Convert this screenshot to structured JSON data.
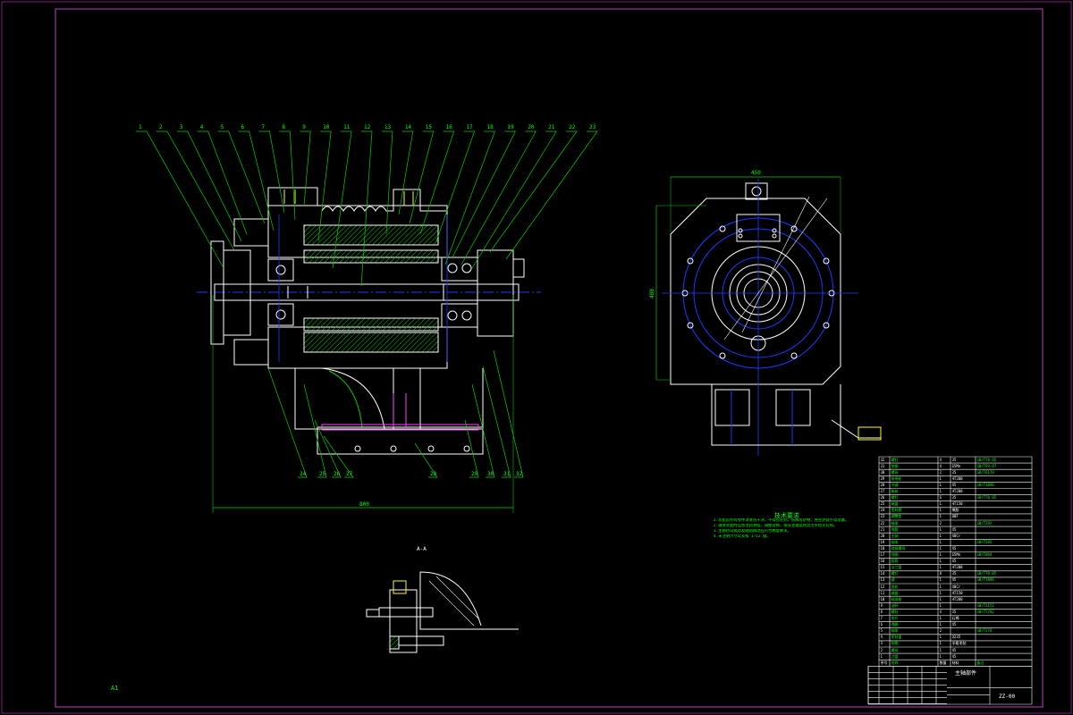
{
  "drawing": {
    "colors": {
      "border": "#c040c0",
      "outline": "#ffffff",
      "centerline": "#1a3cff",
      "hatch": "#00d000",
      "leader": "#00d000",
      "dimension": "#00d000",
      "magenta": "#ff40ff",
      "yellow": "#ffff00"
    },
    "balloons": [
      "1",
      "2",
      "3",
      "4",
      "5",
      "6",
      "7",
      "8",
      "9",
      "10",
      "11",
      "12",
      "13",
      "14",
      "15",
      "16",
      "17",
      "18",
      "19",
      "20",
      "21",
      "22",
      "23"
    ],
    "bottom_balloons": [
      "24",
      "25",
      "26",
      "27",
      "28",
      "29",
      "30",
      "31",
      "32"
    ],
    "dimensions": {
      "overall_length": "800",
      "end_view_width": "450",
      "end_view_height": "480"
    },
    "section_label": "A-A",
    "corner_mark": "A1",
    "notes": {
      "title": "技术要求",
      "lines": [
        "1.装配前所有零件须清洗干净，不得有毛刺、铁屑等杂物，各密封处不得渗漏。",
        "2.轴承装配时应加注润滑脂，调整游隙，保证主轴运转灵活平稳无异响。",
        "3.主轴径向跳动及端面跳动应符合精度要求。",
        "4.未注明尺寸公差按 IT12 级。"
      ]
    },
    "bom_rows": [
      [
        "32",
        "螺钉",
        "4",
        "35",
        "GB/T70-85"
      ],
      [
        "31",
        "垫圈",
        "4",
        "65Mn",
        "GB/T93-87"
      ],
      [
        "30",
        "螺母",
        "2",
        "35",
        "GB/T6170"
      ],
      [
        "29",
        "皮带轮",
        "1",
        "HT200",
        ""
      ],
      [
        "28",
        "平键",
        "1",
        "45",
        "GB/T1096"
      ],
      [
        "27",
        "箱体",
        "1",
        "HT200",
        ""
      ],
      [
        "26",
        "螺钉",
        "6",
        "35",
        "GB/T70-85"
      ],
      [
        "25",
        "端盖",
        "1",
        "HT150",
        ""
      ],
      [
        "24",
        "密封圈",
        "1",
        "橡胶",
        ""
      ],
      [
        "23",
        "调整垫",
        "1",
        "08F",
        ""
      ],
      [
        "22",
        "轴承",
        "2",
        "",
        "GB/T292"
      ],
      [
        "21",
        "隔套",
        "1",
        "45",
        ""
      ],
      [
        "20",
        "主轴",
        "1",
        "40Cr",
        ""
      ],
      [
        "19",
        "轴承",
        "1",
        "",
        "GB/T285"
      ],
      [
        "18",
        "锁紧螺母",
        "1",
        "45",
        ""
      ],
      [
        "17",
        "挡圈",
        "1",
        "65Mn",
        "GB/T894"
      ],
      [
        "16",
        "套筒",
        "1",
        "45",
        ""
      ],
      [
        "15",
        "法兰盘",
        "1",
        "HT200",
        ""
      ],
      [
        "14",
        "螺钉",
        "8",
        "35",
        "GB/T70-85"
      ],
      [
        "13",
        "键",
        "1",
        "45",
        "GB/T1096"
      ],
      [
        "12",
        "齿轮",
        "1",
        "40Cr",
        ""
      ],
      [
        "11",
        "端盖",
        "1",
        "HT150",
        ""
      ],
      [
        "10",
        "轴承座",
        "1",
        "HT200",
        ""
      ],
      [
        "9",
        "油杯",
        "1",
        "",
        "GB/T1152"
      ],
      [
        "8",
        "螺栓",
        "4",
        "35",
        "GB/T5782"
      ],
      [
        "7",
        "垫片",
        "1",
        "石棉",
        ""
      ],
      [
        "6",
        "隔圈",
        "1",
        "45",
        ""
      ],
      [
        "5",
        "轴承",
        "2",
        "",
        "GB/T276"
      ],
      [
        "4",
        "密封盖",
        "1",
        "Q235",
        ""
      ],
      [
        "3",
        "毡圈",
        "1",
        "半粗毛毡",
        ""
      ],
      [
        "2",
        "螺母",
        "1",
        "45",
        ""
      ],
      [
        "1",
        "刀盘",
        "1",
        "45",
        ""
      ]
    ],
    "bom_header": [
      "序号",
      "名称",
      "数量",
      "材料",
      "备注"
    ],
    "title_block": {
      "title": "主轴部件",
      "drawing_no": "ZZ-00"
    }
  }
}
